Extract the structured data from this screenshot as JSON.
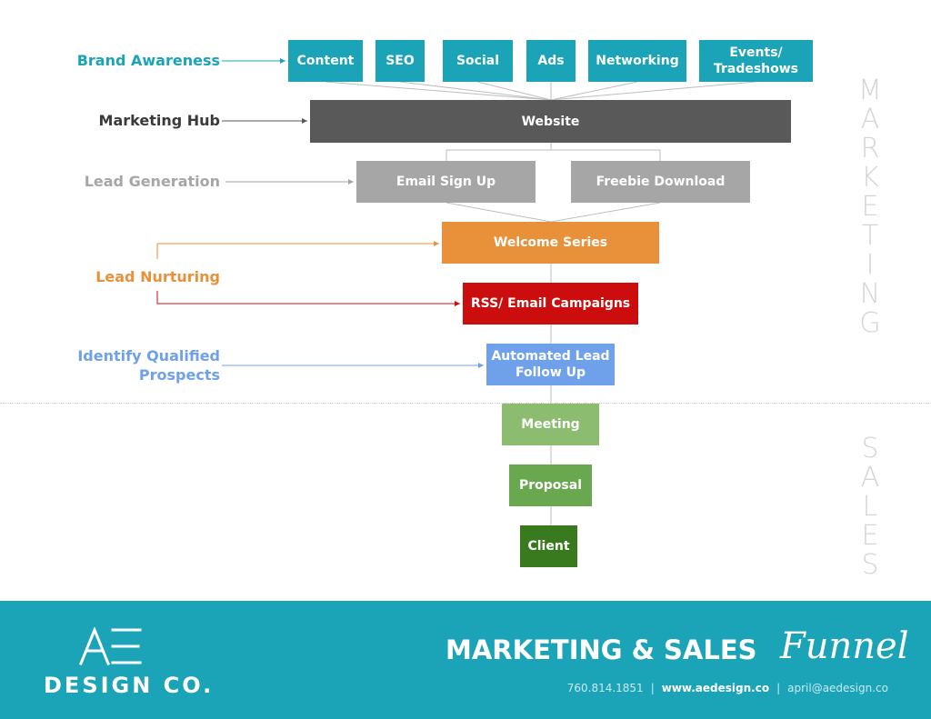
{
  "colors": {
    "teal": "#1ba3b8",
    "dark_gray": "#595959",
    "light_gray": "#a6a6a6",
    "orange": "#e8913a",
    "red": "#cc0d0d",
    "blue": "#6fa1ea",
    "green_light": "#8cbc70",
    "green_mid": "#6aa84f",
    "green_dark": "#3a7a1f",
    "footer_bg": "#1ba3b8"
  },
  "side_labels": {
    "marketing": "MARKETING",
    "sales": "SALES"
  },
  "stage_labels": {
    "brand_awareness": "Brand Awareness",
    "marketing_hub": "Marketing Hub",
    "lead_generation": "Lead Generation",
    "lead_nurturing": "Lead Nurturing",
    "identify_line1": "Identify Qualified",
    "identify_line2": "Prospects"
  },
  "awareness_channels": {
    "content": "Content",
    "seo": "SEO",
    "social": "Social",
    "ads": "Ads",
    "networking": "Networking",
    "events_line1": "Events/",
    "events_line2": "Tradeshows"
  },
  "steps": {
    "website": "Website",
    "email_sign_up": "Email Sign Up",
    "freebie_download": "Freebie Download",
    "welcome_series": "Welcome Series",
    "rss_email": "RSS/ Email Campaigns",
    "automated_line1": "Automated Lead",
    "automated_line2": "Follow Up",
    "meeting": "Meeting",
    "proposal": "Proposal",
    "client": "Client"
  },
  "footer": {
    "logo_mark": "AE",
    "logo_text": "DESIGN CO.",
    "title": "MARKETING & SALES",
    "title_script": "Funnel",
    "phone": "760.814.1851",
    "website": "www.aedesign.co",
    "email": "april@aedesign.co"
  }
}
